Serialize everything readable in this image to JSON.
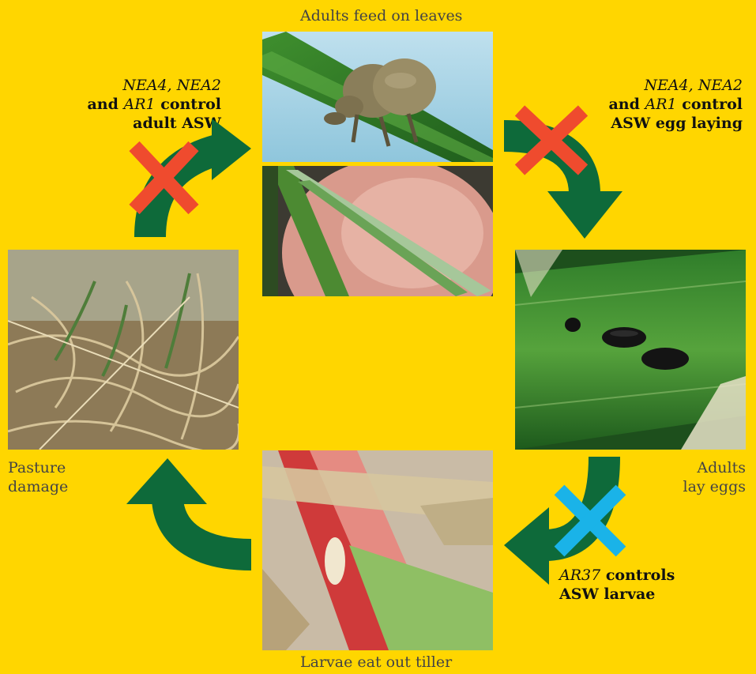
{
  "stages": {
    "feed": "Adults feed on leaves",
    "lay": [
      "Adults",
      "lay eggs"
    ],
    "larvae": "Larvae eat out tiller",
    "damage": [
      "Pasture",
      "damage"
    ]
  },
  "notes": {
    "adult": {
      "italic": "NEA4, NEA2",
      "and": "and ",
      "ar1": "AR1",
      "rest1": " control",
      "line3": "adult ASW"
    },
    "egg": {
      "italic": "NEA4, NEA2",
      "and": "and ",
      "ar1": "AR1",
      "rest1": " control",
      "line3": "ASW egg laying"
    },
    "larvae": {
      "italic": "AR37",
      "rest1": " controls",
      "line2": "ASW larvae"
    }
  },
  "colors": {
    "background": "#FFD600",
    "arrow": "#0E6A3A",
    "cross_red": "#EF4B2E",
    "cross_blue": "#1AB3E8"
  },
  "photos": [
    "weevil-on-leaf-photo",
    "leaf-damage-photo",
    "eggs-photo",
    "larva-in-tiller-photo",
    "pasture-damage-photo"
  ]
}
